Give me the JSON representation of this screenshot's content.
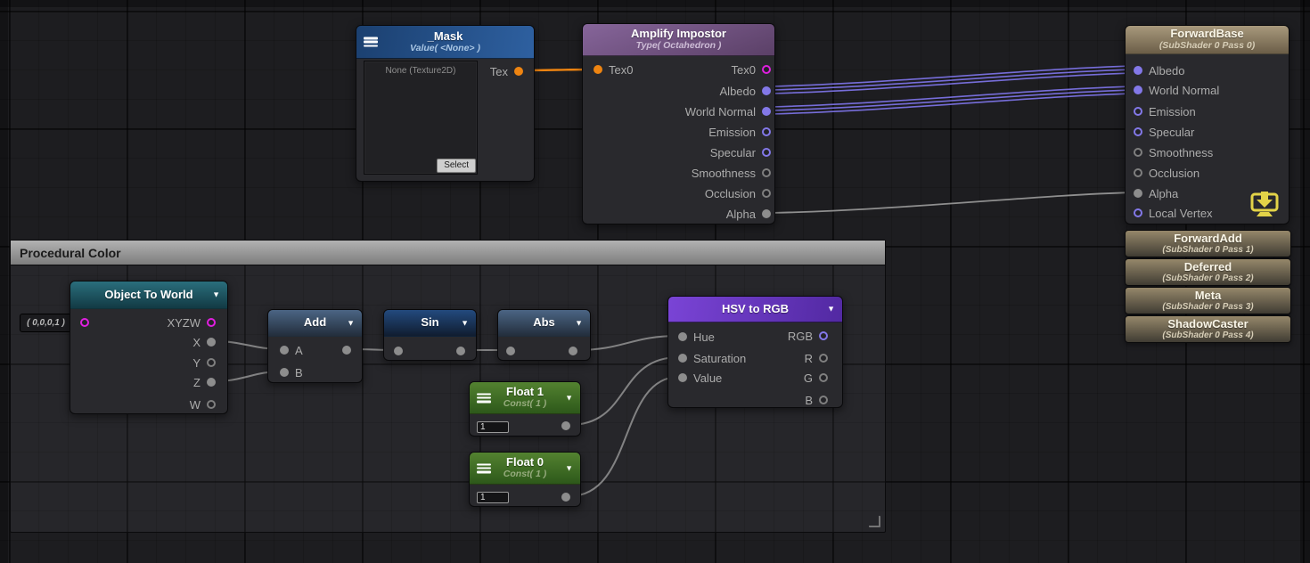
{
  "group": {
    "title": "Procedural Color"
  },
  "nodes": {
    "mask": {
      "title": "_Mask",
      "subtitle": "Value( <None> )",
      "preview_label": "None (Texture2D)",
      "select_label": "Select",
      "out_label": "Tex"
    },
    "impostor": {
      "title": "Amplify Impostor",
      "subtitle": "Type( Octahedron )",
      "in_label": "Tex0",
      "outputs": [
        {
          "label": "Tex0",
          "connected": false
        },
        {
          "label": "Albedo",
          "connected": true
        },
        {
          "label": "World Normal",
          "connected": true
        },
        {
          "label": "Emission",
          "connected": false
        },
        {
          "label": "Specular",
          "connected": false
        },
        {
          "label": "Smoothness",
          "connected": false
        },
        {
          "label": "Occlusion",
          "connected": false
        },
        {
          "label": "Alpha",
          "connected": true
        }
      ]
    },
    "forwardbase": {
      "title": "ForwardBase",
      "subtitle": "(SubShader 0 Pass 0)",
      "inputs": [
        {
          "label": "Albedo",
          "connected": true
        },
        {
          "label": "World Normal",
          "connected": true
        },
        {
          "label": "Emission",
          "connected": false
        },
        {
          "label": "Specular",
          "connected": false
        },
        {
          "label": "Smoothness",
          "connected": false
        },
        {
          "label": "Occlusion",
          "connected": false
        },
        {
          "label": "Alpha",
          "connected": true
        },
        {
          "label": "Local Vertex",
          "connected": false
        }
      ]
    },
    "otw": {
      "title": "Object To World",
      "default_value": "( 0,0,0,1 )",
      "outputs": [
        {
          "label": "XYZW",
          "connected": false
        },
        {
          "label": "X",
          "connected": true
        },
        {
          "label": "Y",
          "connected": false
        },
        {
          "label": "Z",
          "connected": true
        },
        {
          "label": "W",
          "connected": false
        }
      ]
    },
    "add": {
      "title": "Add",
      "inputs": [
        {
          "label": "A"
        },
        {
          "label": "B"
        }
      ]
    },
    "sin": {
      "title": "Sin"
    },
    "abs": {
      "title": "Abs"
    },
    "float1": {
      "title": "Float 1",
      "subtitle": "Const( 1 )",
      "value": "1"
    },
    "float0": {
      "title": "Float 0",
      "subtitle": "Const( 1 )",
      "value": "1"
    },
    "hsv": {
      "title": "HSV to RGB",
      "inputs": [
        {
          "label": "Hue"
        },
        {
          "label": "Saturation"
        },
        {
          "label": "Value"
        }
      ],
      "outputs": [
        {
          "label": "RGB"
        },
        {
          "label": "R"
        },
        {
          "label": "G"
        },
        {
          "label": "B"
        }
      ]
    }
  },
  "passes": [
    {
      "title": "ForwardAdd",
      "subtitle": "(SubShader 0 Pass 1)"
    },
    {
      "title": "Deferred",
      "subtitle": "(SubShader 0 Pass 2)"
    },
    {
      "title": "Meta",
      "subtitle": "(SubShader 0 Pass 3)"
    },
    {
      "title": "ShadowCaster",
      "subtitle": "(SubShader 0 Pass 4)"
    }
  ],
  "connections": [
    "_Mask.Tex -> AmplifyImpostor.Tex0",
    "AmplifyImpostor.Albedo -> ForwardBase.Albedo",
    "AmplifyImpostor.WorldNormal -> ForwardBase.WorldNormal",
    "AmplifyImpostor.Alpha -> ForwardBase.Alpha",
    "ObjectToWorld.X -> Add.A",
    "ObjectToWorld.Z -> Add.B",
    "Add -> Sin",
    "Sin -> Abs",
    "Abs -> HSVtoRGB.Hue",
    "Float1 -> HSVtoRGB.Saturation",
    "Float0 -> HSVtoRGB.Value"
  ],
  "colors": {
    "canvas_bg": "#1d1d20",
    "port_orange": "#ee8411",
    "port_magenta": "#df1fdf",
    "port_lavender": "#8378e8",
    "port_gray": "#8d8d8d",
    "wire_purple": "#7b72e3",
    "wire_gray": "#9a9a9a",
    "wire_orange": "#ee8411",
    "download_icon": "#e3d348"
  }
}
